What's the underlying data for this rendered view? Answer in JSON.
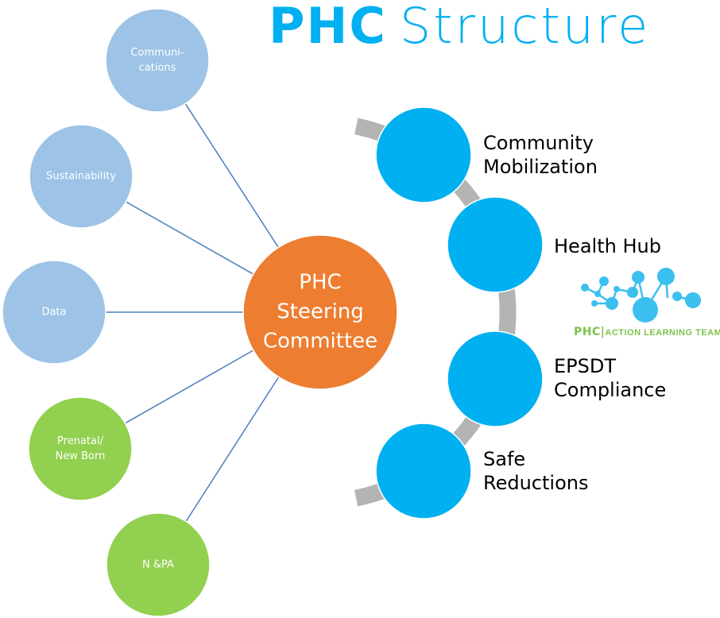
{
  "title": {
    "bold": "PHC",
    "light": "Structure"
  },
  "colors": {
    "title": "#00b0f0",
    "center": "#ed7d31",
    "committee_blue": "#9dc3e6",
    "committee_green": "#92d050",
    "team_blue": "#00b0f0",
    "arc_gray": "#b4b4b4",
    "connector": "#4a7ebb"
  },
  "center": {
    "label": "PHC\nSteering\nCommittee"
  },
  "committees": [
    {
      "label": "Communi-\ncations",
      "group": "blue"
    },
    {
      "label": "Sustainability",
      "group": "blue"
    },
    {
      "label": "Data",
      "group": "blue"
    },
    {
      "label": "Prenatal/\nNew Born",
      "group": "green"
    },
    {
      "label": "N &PA",
      "group": "green"
    }
  ],
  "action_teams": [
    {
      "label": "Community\nMobilization"
    },
    {
      "label": "Health Hub"
    },
    {
      "label": "EPSDT\nCompliance"
    },
    {
      "label": "Safe\nReductions"
    }
  ],
  "logo": {
    "prefix": "PHC",
    "separator": "|",
    "text": "ACTION LEARNING TEAMS"
  }
}
